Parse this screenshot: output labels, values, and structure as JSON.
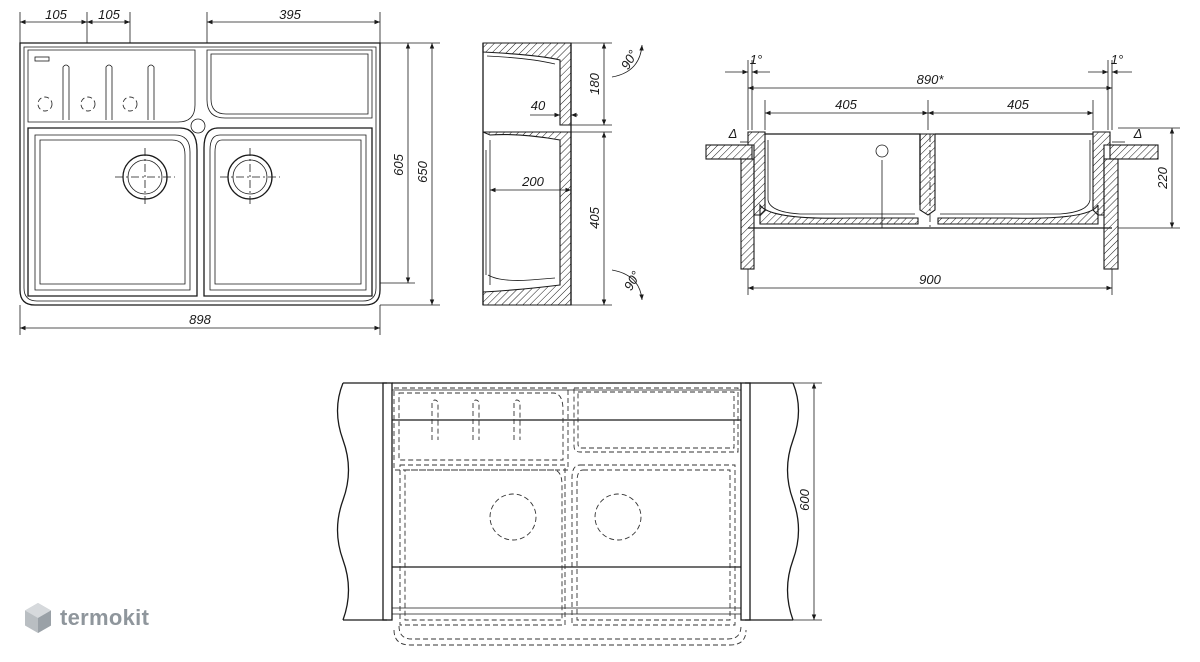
{
  "dimensions": {
    "top_left_105": "105",
    "top_right_105": "105",
    "top_395": "395",
    "width_898": "898",
    "height_605": "605",
    "height_650": "650",
    "side_180": "180",
    "side_40": "40",
    "side_200": "200",
    "side_405": "405",
    "angle_top": "90°",
    "angle_bottom": "90°",
    "section_angle_left": "1°",
    "section_angle_right": "1°",
    "section_890": "890*",
    "section_405_left": "405",
    "section_405_right": "405",
    "section_220": "220",
    "section_900": "900",
    "delta_left": "Δ",
    "delta_right": "Δ",
    "bottom_600": "600"
  },
  "brand": {
    "name": "termokit",
    "logo_color": "#8f969c"
  },
  "colors": {
    "line": "#1a1a1a",
    "background": "#ffffff"
  }
}
